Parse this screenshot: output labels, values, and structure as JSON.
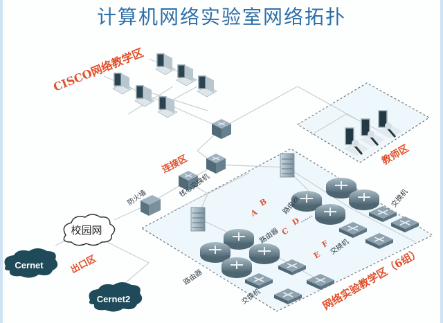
{
  "title": "计算机网络实验室网络拓扑",
  "zones": {
    "cisco": "CISCO网络教学区",
    "teacher": "教师区",
    "connect": "连接区",
    "exit": "出口区",
    "lab": "网络实验教学区（6组）"
  },
  "devices": {
    "core_switch": "核心交换机",
    "firewall": "防火墙",
    "router": "路由器",
    "switch": "交换机"
  },
  "clouds": {
    "campus": "校园网",
    "cernet": "Cernet",
    "cernet2": "Cernet2"
  },
  "groups": [
    "A",
    "B",
    "C",
    "D",
    "E",
    "F"
  ],
  "group_separator": "……",
  "colors": {
    "title": "#2e6fa6",
    "zone_label": "#e0502c",
    "cloud": "#1f4a5a",
    "device": "#6f8896"
  }
}
